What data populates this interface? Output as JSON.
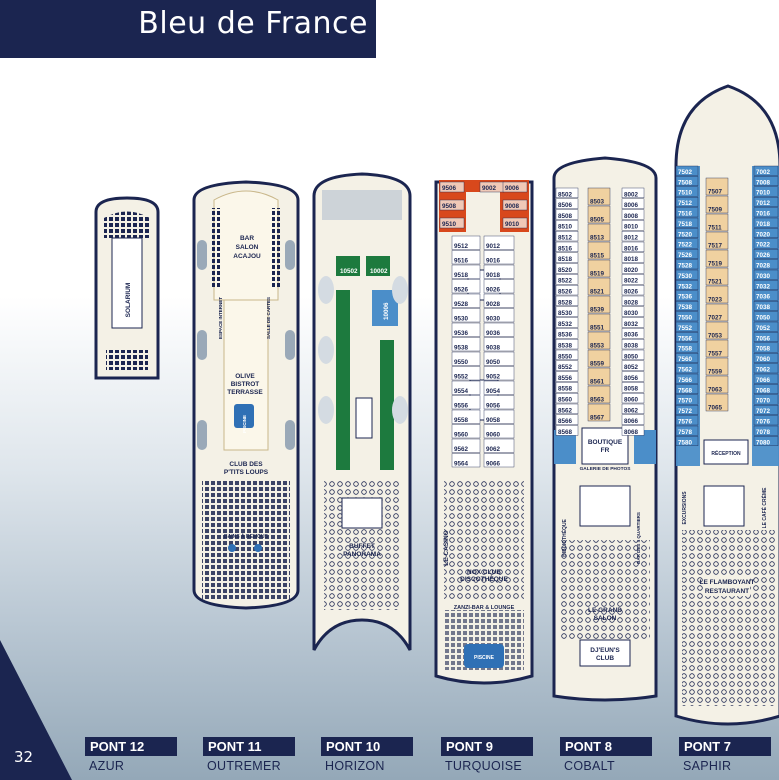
{
  "header": {
    "title": "Bleu de France"
  },
  "page": {
    "number": "32"
  },
  "colors": {
    "navy": "#1b2550",
    "hull": "#f4f1e6",
    "green": "#1d7a3e",
    "orange": "#d8481c",
    "blue": "#4b8ec9",
    "tan": "#c89a4a"
  },
  "decks": [
    {
      "pont": "PONT 12",
      "name": "AZUR"
    },
    {
      "pont": "PONT 11",
      "name": "OUTREMER"
    },
    {
      "pont": "PONT 10",
      "name": "HORIZON"
    },
    {
      "pont": "PONT 9",
      "name": "TURQUOISE"
    },
    {
      "pont": "PONT 8",
      "name": "COBALT"
    },
    {
      "pont": "PONT 7",
      "name": "SAPHIR"
    }
  ],
  "labels": {
    "solarium": "SOLARIUM",
    "bar_salon": "BAR",
    "bar_salon2": "SALON",
    "bar_salon3": "ACAJOU",
    "espace_internet": "ESPACE INTERNET",
    "salle_cartes": "SALLE DE CARTES",
    "olive_bistrot": "OLIVE",
    "olive_bistrot2": "BISTROT",
    "olive_bistrot3": "TERRASSE",
    "piscine": "PISCINE",
    "club_loups": "CLUB DES",
    "club_loups2": "P'TITS LOUPS",
    "bains": "BAINS À REMOUS",
    "buffet": "BUFFET",
    "buffet2": "PANORAMA",
    "casino": "LE CASINO",
    "nox": "NOX CLUB",
    "nox2": "DISCOTHÈQUE",
    "zanzi": "ZANZI-BAR & LOUNGE",
    "piscine9": "PISCINE",
    "boutique": "BOUTIQUE",
    "boutique2": "FR",
    "galerie": "GALERIE DE PHOTOS",
    "bibliotheque": "BIBLIOTHÈQUE",
    "bar_quartiers": "BAR DES 4 QUARTIERS",
    "grand_salon": "LE GRAND",
    "grand_salon2": "SALON",
    "djeun": "DJ'EUN'S",
    "djeun2": "CLUB",
    "reception": "RÉCEPTION",
    "excursions": "EXCURSIONS",
    "cafe_creme": "LE CAFÉ CRÈME",
    "flamboyant": "LE FLAMBOYANT",
    "flamboyant2": "RESTAURANT"
  },
  "cabins": {
    "deck10_suites": [
      "10502",
      "10002",
      "10006"
    ],
    "deck9_top": [
      "9506",
      "9002",
      "9006",
      "9508",
      "9008",
      "9510",
      "9010"
    ],
    "deck9_left": [
      "9512",
      "9516",
      "9518",
      "9526",
      "9528",
      "9530",
      "9536",
      "9538",
      "9550",
      "9552",
      "9554",
      "9556",
      "9558",
      "9560",
      "9562",
      "9564"
    ],
    "deck9_right": [
      "9012",
      "9016",
      "9018",
      "9026",
      "9028",
      "9030",
      "9036",
      "9038",
      "9050",
      "9052",
      "9054",
      "9056",
      "9058",
      "9060",
      "9062",
      "9066"
    ],
    "deck8_left": [
      "8502",
      "8506",
      "8508",
      "8510",
      "8512",
      "8516",
      "8518",
      "8520",
      "8522",
      "8526",
      "8528",
      "8530",
      "8532",
      "8536",
      "8538",
      "8550",
      "8552",
      "8556",
      "8558",
      "8560",
      "8562",
      "8566",
      "8568"
    ],
    "deck8_mid": [
      "8503",
      "8505",
      "8513",
      "8515",
      "8519",
      "8521",
      "8539",
      "8551",
      "8553",
      "8559",
      "8561",
      "8563",
      "8567"
    ],
    "deck8_right": [
      "8002",
      "8006",
      "8008",
      "8010",
      "8012",
      "8016",
      "8018",
      "8020",
      "8022",
      "8026",
      "8028",
      "8030",
      "8032",
      "8036",
      "8038",
      "8050",
      "8052",
      "8056",
      "8058",
      "8060",
      "8062",
      "8066",
      "8068"
    ],
    "deck7_left": [
      "7502",
      "7508",
      "7510",
      "7512",
      "7516",
      "7518",
      "7520",
      "7522",
      "7526",
      "7528",
      "7530",
      "7532",
      "7536",
      "7538",
      "7550",
      "7552",
      "7556",
      "7558",
      "7560",
      "7562",
      "7566",
      "7568",
      "7570",
      "7572",
      "7576",
      "7578",
      "7580"
    ],
    "deck7_mid": [
      "7507",
      "7509",
      "7511",
      "7517",
      "7519",
      "7521",
      "7023",
      "7027",
      "7053",
      "7557",
      "7559",
      "7063",
      "7065"
    ],
    "deck7_right": [
      "7002",
      "7008",
      "7010",
      "7012",
      "7016",
      "7018",
      "7020",
      "7022",
      "7026",
      "7028",
      "7030",
      "7032",
      "7036",
      "7038",
      "7050",
      "7052",
      "7056",
      "7058",
      "7060",
      "7062",
      "7066",
      "7068",
      "7070",
      "7072",
      "7076",
      "7078",
      "7080"
    ]
  }
}
